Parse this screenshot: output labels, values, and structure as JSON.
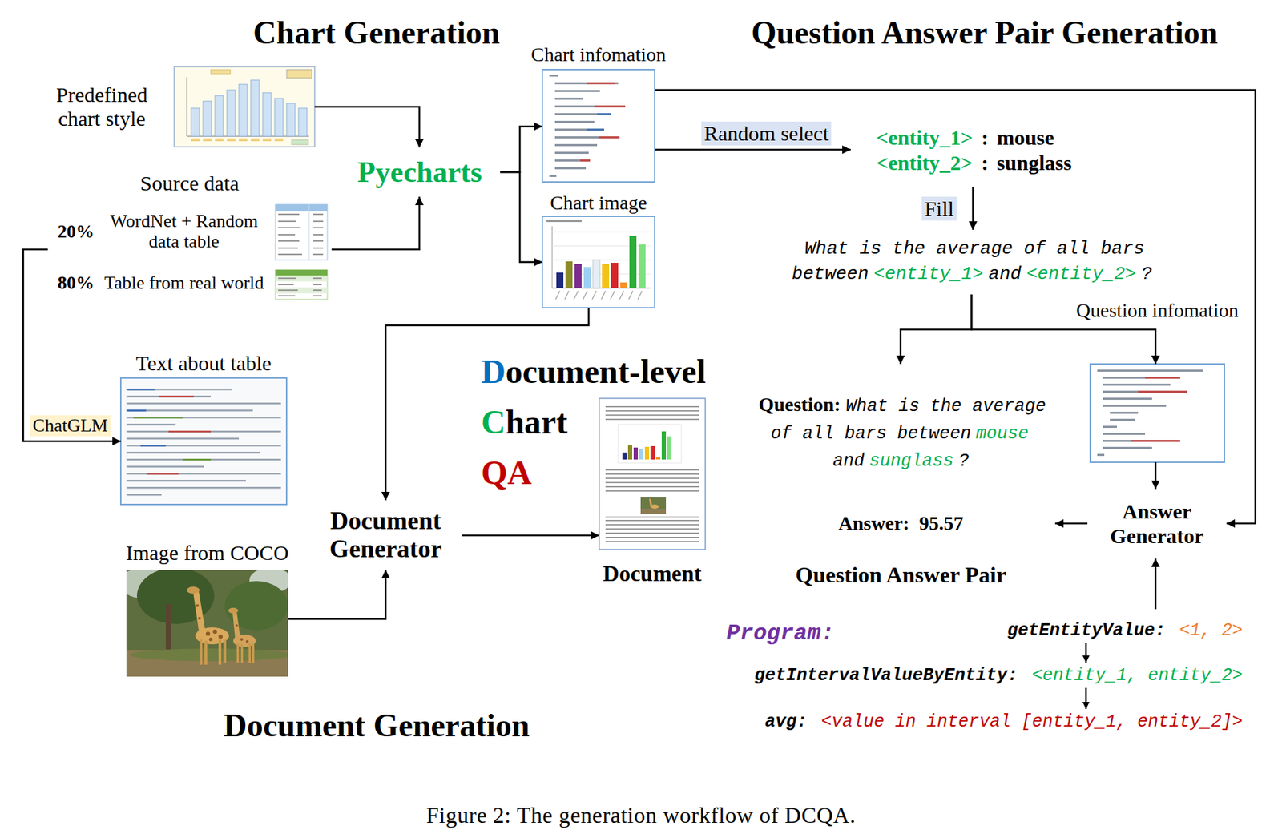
{
  "diagram": {
    "caption": "Figure 2: The generation workflow of DCQA.",
    "nodes": [
      {
        "text": [
          "Chart Generation"
        ]
      },
      {
        "text": [
          "Predefined chart style"
        ],
        "in": 0
      },
      {
        "text": [
          "Source data",
          "20%",
          "WordNet + Random data table",
          "80%",
          "Table from real world"
        ],
        "in": 0
      },
      {
        "text": [
          "Pyecharts"
        ],
        "in": 0
      },
      {
        "text": [
          "Chart infomation"
        ],
        "in": 0
      },
      {
        "text": [
          "Chart image"
        ],
        "in": 0
      },
      {
        "text": [
          "Question Answer Pair Generation"
        ]
      },
      {
        "text": [
          "<entity_1>",
          ":",
          "mouse",
          "<entity_2>",
          ":",
          "sunglass"
        ],
        "in": 6
      },
      {
        "text": [
          "What is the average of all bars between",
          "<entity_1>",
          "and",
          "<entity_2>",
          "?"
        ],
        "in": 6
      },
      {
        "text": [
          "Question infomation"
        ],
        "in": 6
      },
      {
        "text": [
          "Answer Generator"
        ],
        "in": 6
      },
      {
        "text": [
          "Program:",
          "getEntityValue:",
          "<1, 2>",
          "getIntervalValueByEntity:",
          "<entity_1, entity_2>",
          "avg:",
          "<value in interval [entity_1, entity_2]>"
        ],
        "in": 6
      },
      {
        "text": [
          "Document Generation"
        ]
      },
      {
        "text": [
          "Text about table"
        ],
        "in": 12
      },
      {
        "text": [
          "Image from COCO"
        ],
        "in": 12
      },
      {
        "text": [
          "Document Generator"
        ],
        "in": 12
      },
      {
        "text": [
          "Document-level",
          "Chart",
          "QA"
        ]
      },
      {
        "text": [
          "Document"
        ],
        "in": 16
      },
      {
        "text": [
          "Question:",
          "What is the average of all bars between",
          "mouse",
          "and",
          "sunglass",
          "?",
          "Answer:",
          "95.57",
          "Question Answer Pair"
        ],
        "in": 16
      }
    ],
    "edges": [
      {
        "from": 1,
        "to": 3,
        "arrow": "to"
      },
      {
        "from": 2,
        "to": 3,
        "arrow": "to"
      },
      {
        "from": 3,
        "to": 4,
        "arrow": "to"
      },
      {
        "from": 3,
        "to": 5,
        "arrow": "to"
      },
      {
        "from": 4,
        "to": 7,
        "label": "Random select",
        "arrow": "to"
      },
      {
        "from": 4,
        "to": 10,
        "arrow": "to"
      },
      {
        "from": 7,
        "to": 8,
        "label": "Fill",
        "arrow": "to"
      },
      {
        "from": 8,
        "to": 18,
        "arrow": "to"
      },
      {
        "from": 8,
        "to": 9,
        "arrow": "to"
      },
      {
        "from": 9,
        "to": 10,
        "arrow": "to"
      },
      {
        "from": 11,
        "to": 10,
        "arrow": "to"
      },
      {
        "from": 10,
        "to": 18,
        "arrow": "to"
      },
      {
        "from": 2,
        "to": 13,
        "label": "ChatGLM",
        "arrow": "to"
      },
      {
        "from": 5,
        "to": 15,
        "arrow": "to"
      },
      {
        "from": 14,
        "to": 15,
        "arrow": "to"
      },
      {
        "from": 15,
        "to": 17,
        "arrow": "to"
      }
    ]
  }
}
